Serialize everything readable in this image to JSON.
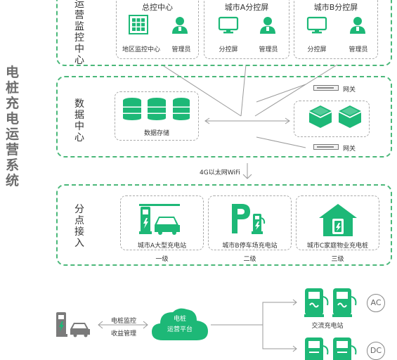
{
  "side_title": "电桩充电运营系统",
  "ops_center": {
    "label": "运营监控中心",
    "cards": [
      {
        "title": "总控中心",
        "items": [
          "地区监控中心",
          "管理员"
        ]
      },
      {
        "title": "城市A分控屏",
        "items": [
          "分控屏",
          "管理员"
        ]
      },
      {
        "title": "城市B分控屏",
        "items": [
          "分控屏",
          "管理员"
        ]
      }
    ]
  },
  "data_center": {
    "label": "数据中心",
    "storage": "数据存储",
    "gateway_top": "网关",
    "gateway_bottom": "网关"
  },
  "link_label": "4G以太网WiFi",
  "access": {
    "label": "分点接入",
    "stations": [
      {
        "name": "城市A大型充电站",
        "level": "一级"
      },
      {
        "name": "城市B停车场充电站",
        "level": "二级"
      },
      {
        "name": "城市C家庭物业充电桩",
        "level": "三级"
      }
    ]
  },
  "bottom": {
    "monitor_line1": "电桩监控",
    "monitor_line2": "收益管理",
    "cloud_line1": "电桩",
    "cloud_line2": "运营平台",
    "ac_caption": "交流充电站",
    "ac_badge": "AC",
    "dc_badge": "DC"
  },
  "colors": {
    "accent": "#1db877",
    "border": "#4bb87a",
    "line": "#9a9a9a"
  }
}
